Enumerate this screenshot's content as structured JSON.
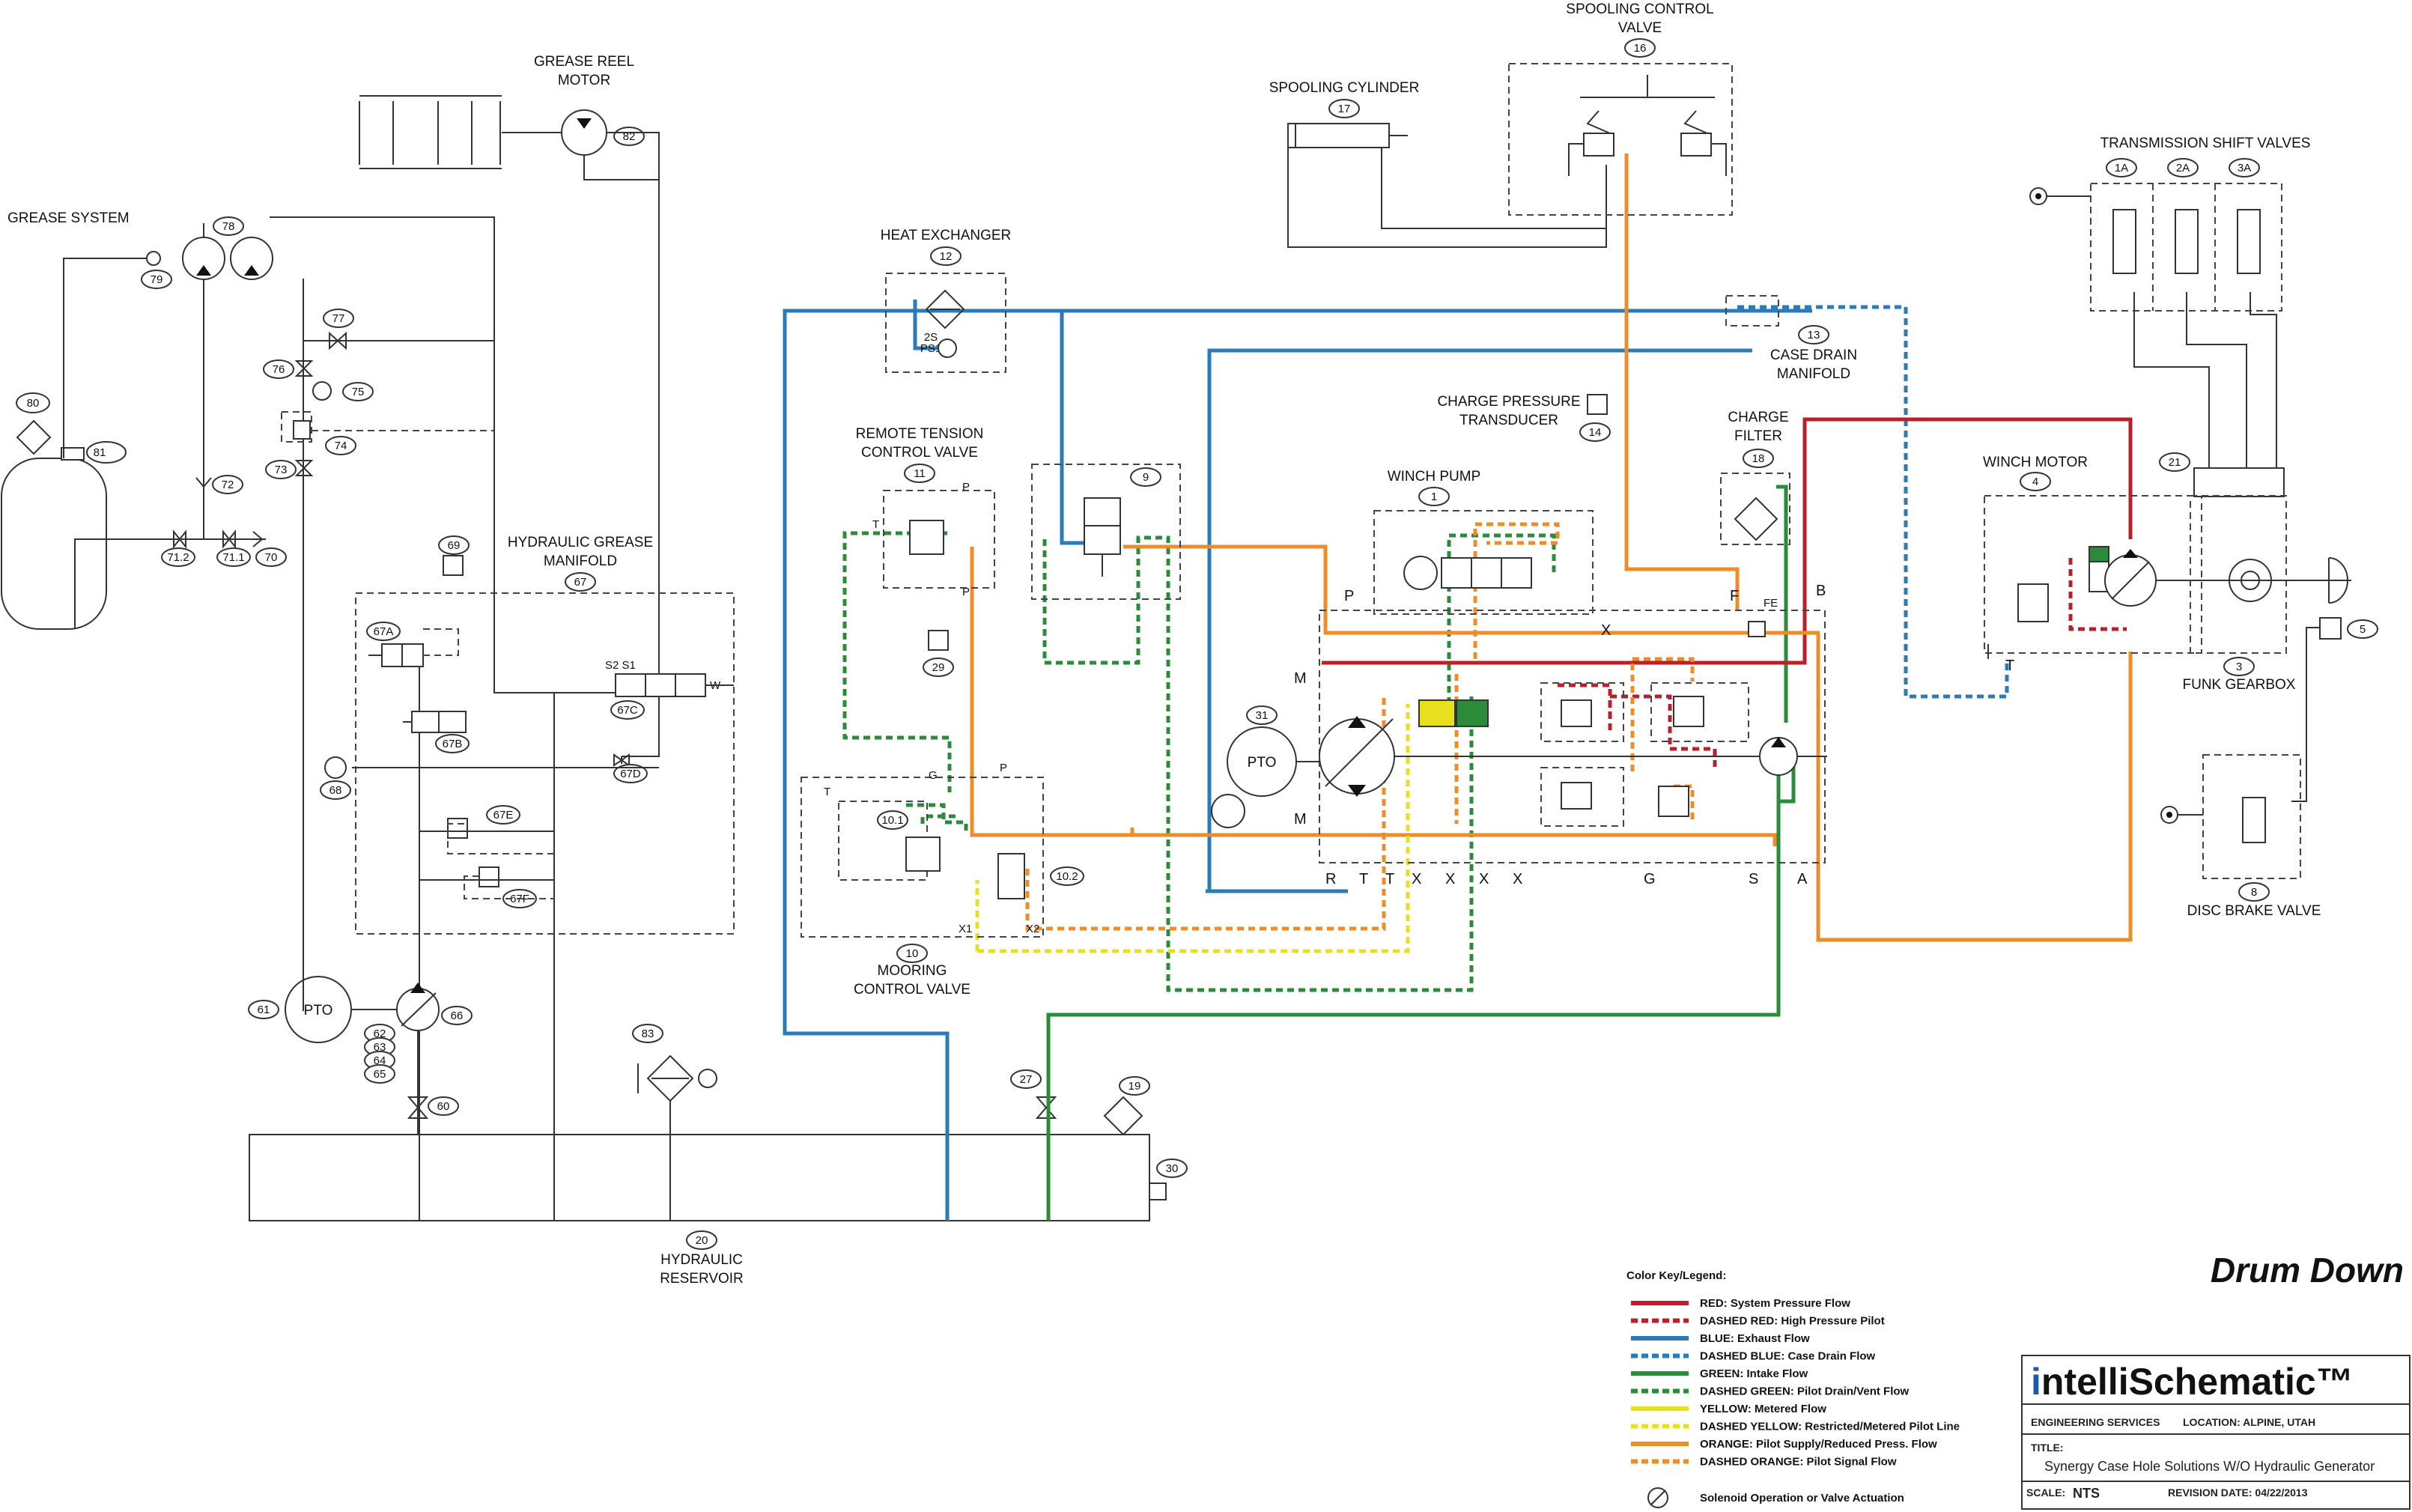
{
  "title": "Drum Down",
  "colors": {
    "system_pressure": "#b8202a",
    "exhaust": "#2b7bb9",
    "intake": "#2a8b3b",
    "metered": "#e8df1f",
    "pilot_supply": "#ee8c2a",
    "logo_accent": "#1a5aa8"
  },
  "labels": {
    "grease_system": "GREASE SYSTEM",
    "grease_reel_motor_1": "GREASE REEL",
    "grease_reel_motor_2": "MOTOR",
    "hydraulic_grease_manifold_1": "HYDRAULIC GREASE",
    "hydraulic_grease_manifold_2": "MANIFOLD",
    "heat_exchanger": "HEAT EXCHANGER",
    "spooling_cylinder": "SPOOLING CYLINDER",
    "spooling_control_valve_1": "SPOOLING CONTROL",
    "spooling_control_valve_2": "VALVE",
    "case_drain_manifold_1": "CASE DRAIN",
    "case_drain_manifold_2": "MANIFOLD",
    "charge_pressure_transducer_1": "CHARGE PRESSURE",
    "charge_pressure_transducer_2": "TRANSDUCER",
    "charge_filter_1": "CHARGE",
    "charge_filter_2": "FILTER",
    "remote_tension_1": "REMOTE TENSION",
    "remote_tension_2": "CONTROL VALVE",
    "winch_pump": "WINCH PUMP",
    "winch_motor": "WINCH MOTOR",
    "transmission_shift_valves": "TRANSMISSION SHIFT VALVES",
    "funk_gearbox": "FUNK GEARBOX",
    "disc_brake_valve": "DISC BRAKE VALVE",
    "mooring_control_1": "MOORING",
    "mooring_control_2": "CONTROL VALVE",
    "hydraulic_reservoir_1": "HYDRAULIC",
    "hydraulic_reservoir_2": "RESERVOIR",
    "pto": "PTO",
    "ps1": "PS1",
    "ps1_top": "2S"
  },
  "tags": {
    "t1": "1",
    "t1a": "1A",
    "t2a": "2A",
    "t3a": "3A",
    "t3": "3",
    "t4": "4",
    "t5": "5",
    "t8": "8",
    "t9": "9",
    "t10": "10",
    "t101": "10.1",
    "t102": "10.2",
    "t11": "11",
    "t12": "12",
    "t13": "13",
    "t14": "14",
    "t16": "16",
    "t17": "17",
    "t18": "18",
    "t19": "19",
    "t20": "20",
    "t21": "21",
    "t27": "27",
    "t29": "29",
    "t30": "30",
    "t31": "31",
    "t60": "60",
    "t61": "61",
    "t62": "62",
    "t63": "63",
    "t64": "64",
    "t65": "65",
    "t66": "66",
    "t67": "67",
    "t67a": "67A",
    "t67b": "67B",
    "t67c": "67C",
    "t67d": "67D",
    "t67e": "67E",
    "t67f": "67F",
    "t68": "68",
    "t69": "69",
    "t70": "70",
    "t711": "71.1",
    "t712": "71.2",
    "t72": "72",
    "t73": "73",
    "t74": "74",
    "t75": "75",
    "t76": "76",
    "t77": "77",
    "t78": "78",
    "t79": "79",
    "t80": "80",
    "t81": "81",
    "t82": "82",
    "t83": "83"
  },
  "ports": {
    "ps": "P",
    "fa": "F",
    "fe": "FE",
    "b": "B",
    "m": "M",
    "r": "R",
    "t1": "T",
    "t2": "T",
    "x1": "X",
    "x3": "X",
    "x4": "X",
    "x2": "X",
    "g": "G",
    "s": "S",
    "a": "A",
    "p": "P",
    "t": "T",
    "x": "X",
    "x1_label": "X1",
    "x2_label": "X2",
    "s2s1": "S2  S1",
    "w": "W"
  },
  "legend": {
    "heading": "Color Key/Legend:",
    "items": [
      {
        "label": "RED: System Pressure Flow",
        "color": "#b8202a",
        "dashed": false
      },
      {
        "label": "DASHED RED: High Pressure Pilot",
        "color": "#b8202a",
        "dashed": true
      },
      {
        "label": "BLUE: Exhaust Flow",
        "color": "#2b7bb9",
        "dashed": false
      },
      {
        "label": "DASHED BLUE: Case Drain Flow",
        "color": "#2b7bb9",
        "dashed": true
      },
      {
        "label": "GREEN: Intake Flow",
        "color": "#2a8b3b",
        "dashed": false
      },
      {
        "label": "DASHED GREEN: Pilot Drain/Vent Flow",
        "color": "#2a8b3b",
        "dashed": true
      },
      {
        "label": "YELLOW: Metered Flow",
        "color": "#e8df1f",
        "dashed": false
      },
      {
        "label": "DASHED YELLOW: Restricted/Metered Pilot Line",
        "color": "#e8df1f",
        "dashed": true
      },
      {
        "label": "ORANGE: Pilot Supply/Reduced Press. Flow",
        "color": "#ee8c2a",
        "dashed": false
      },
      {
        "label": "DASHED ORANGE: Pilot Signal Flow",
        "color": "#ee8c2a",
        "dashed": true
      }
    ],
    "solenoid": "Solenoid Operation or Valve Actuation"
  },
  "title_block": {
    "logo_i": "i",
    "logo_rest": "ntelliSchematic™",
    "engineering": "ENGINEERING SERVICES",
    "location": "LOCATION: ALPINE, UTAH",
    "title_label": "TITLE:",
    "title": "Synergy Case Hole Solutions W/O Hydraulic Generator",
    "scale_label": "SCALE:",
    "scale": "NTS",
    "revision": "REVISION DATE: 04/22/2013"
  }
}
